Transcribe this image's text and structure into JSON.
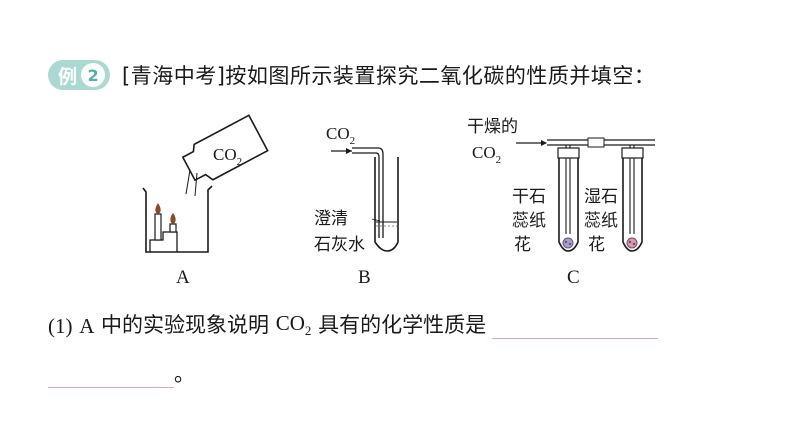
{
  "example": {
    "badge_label": "例",
    "badge_number": "2",
    "source": "[青海中考]",
    "prompt": "按如图所示装置探究二氧化碳的性质并填空："
  },
  "figure": {
    "a": {
      "co2": "CO",
      "co2_sub": "2",
      "label": "A"
    },
    "b": {
      "co2": "CO",
      "co2_sub": "2",
      "liquid_line1": "澄清",
      "liquid_line2": "石灰水",
      "label": "B"
    },
    "c": {
      "gas_line1": "干燥的",
      "co2": "CO",
      "co2_sub": "2",
      "dry_line1": "干石",
      "dry_line2": "蕊纸",
      "dry_line3": "花",
      "wet_line1": "湿石",
      "wet_line2": "蕊纸",
      "wet_line3": "花",
      "label": "C"
    }
  },
  "question": {
    "number": "(1)",
    "letter": "A",
    "text_before": "中的实验现象说明",
    "formula": "CO",
    "formula_sub": "2",
    "text_after": "具有的化学性质是",
    "ending": "。"
  },
  "colors": {
    "badge_bg": "#a9d9d1",
    "blank_line": "#e8a3b8"
  }
}
